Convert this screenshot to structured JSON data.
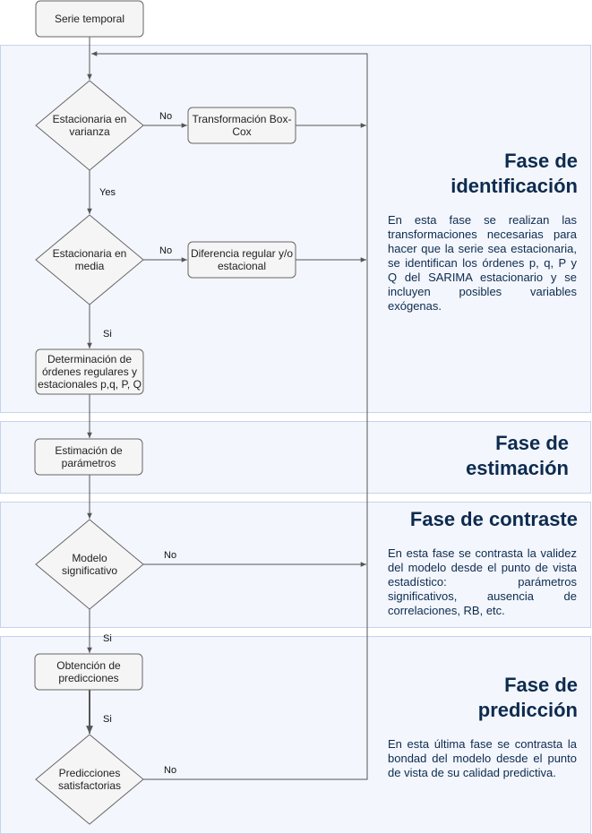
{
  "nodes": {
    "start": "Serie temporal",
    "var_check": "Estacionaria en varianza",
    "boxcox": "Transformación Box-Cox",
    "mean_check": "Estacionaria en media",
    "diff": "Diferencia regular y/o estacional",
    "orders": "Determinación de órdenes regulares y estacionales p,q, P, Q",
    "estimation": "Estimación de parámetros",
    "significant": "Modelo significativo",
    "predictions": "Obtención de predicciones",
    "satisfactory": "Predicciones satisfactorias"
  },
  "edges": {
    "var_no": "No",
    "var_yes": "Yes",
    "mean_no": "No",
    "mean_yes": "Si",
    "sig_no": "No",
    "sig_yes": "Si",
    "pred_yes": "Si",
    "sat_no": "No"
  },
  "phases": {
    "identification": {
      "title": "Fase de identificación",
      "description": "En esta fase se realizan las transformaciones necesarias para hacer que la serie sea estacionaria, se identifican los órdenes p, q, P y Q del SARIMA estacionario y se incluyen posibles variables exógenas."
    },
    "estimation": {
      "title": "Fase de estimación"
    },
    "contrast": {
      "title": "Fase de contraste",
      "description": "En esta fase se contrasta la validez del modelo desde el punto de vista estadístico: parámetros significativos, ausencia de correlaciones, RB, etc."
    },
    "prediction": {
      "title": "Fase de predicción",
      "description": "En esta última fase se contrasta la bondad del modelo desde el punto de vista de su calidad predictiva."
    }
  },
  "colors": {
    "phase_fill": "#f3f6fd",
    "phase_border": "#c7d2ec",
    "node_fill": "#f5f5f5",
    "node_border": "#666666",
    "phase_text": "#0d2b4e"
  }
}
